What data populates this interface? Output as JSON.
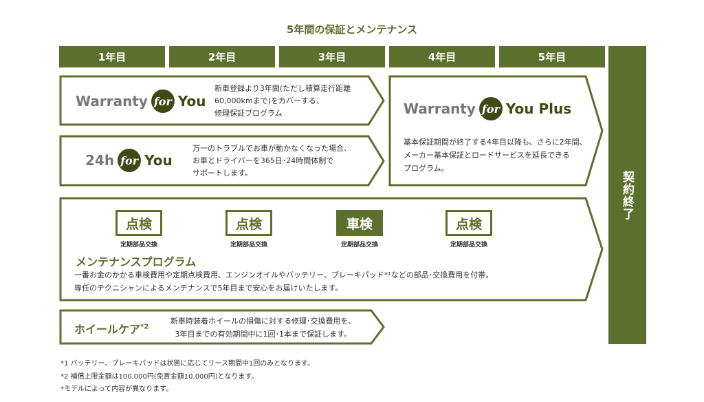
{
  "title": "5年間の保証とメンテナンス",
  "years": [
    "1年目",
    "2年目",
    "3年目",
    "4年目",
    "5年目"
  ],
  "contract_end": "契約終了",
  "warranty": {
    "word": "Warranty",
    "for": "for",
    "you": "You",
    "desc": [
      "新車登録より3年間(ただし積算走行距離",
      "60,000kmまで)をカバーする、",
      "修理保証プログラム"
    ]
  },
  "h24": {
    "word": "24h",
    "for": "for",
    "you": "You",
    "desc": [
      "万一のトラブルでお車が動かなくなった場合、",
      "お車とドライバーを365日･24時間体制で",
      "サポートします。"
    ]
  },
  "warranty_plus": {
    "word": "Warranty",
    "for": "for",
    "you": "You Plus",
    "desc": [
      "基本保証期間が終了する4年目以降も、さらに2年間、",
      "メーカー基本保証とロードサービスを延長できる",
      "プログラム。"
    ]
  },
  "maintenance": {
    "stamps": [
      {
        "label": "点検",
        "sub": "定期部品交換"
      },
      {
        "label": "点検",
        "sub": "定期部品交換"
      },
      {
        "label": "車検",
        "sub": "定期部品交換"
      },
      {
        "label": "点検",
        "sub": "定期部品交換"
      }
    ],
    "heading": "メンテナンスプログラム",
    "desc": [
      "一番お金のかかる車検費用や定期点検費用、エンジンオイルやバッテリー、ブレーキパッド*¹などの部品･交換費用を付帯。",
      "専任のテクニシャンによるメンテナンスで5年目まで安心をお届けいたします。"
    ]
  },
  "wheel": {
    "heading": "ホイールケア",
    "mark": "*2",
    "desc": [
      "新車時装着ホイールの損傷に対する修理･交換費用を、",
      "3年目までの有効期間中に1回･1本まで保証します。"
    ]
  },
  "notes": [
    "*1 バッテリー、ブレーキパッドは状態に応じてリース期間中1回のみとなります。",
    "*2 補償上限金額は100,000円(免責金額10,000円)となります。",
    "*モデルによって内容が異なります。"
  ],
  "colors": {
    "olive": "#5d6f2c",
    "dark": "#3e4a16"
  }
}
